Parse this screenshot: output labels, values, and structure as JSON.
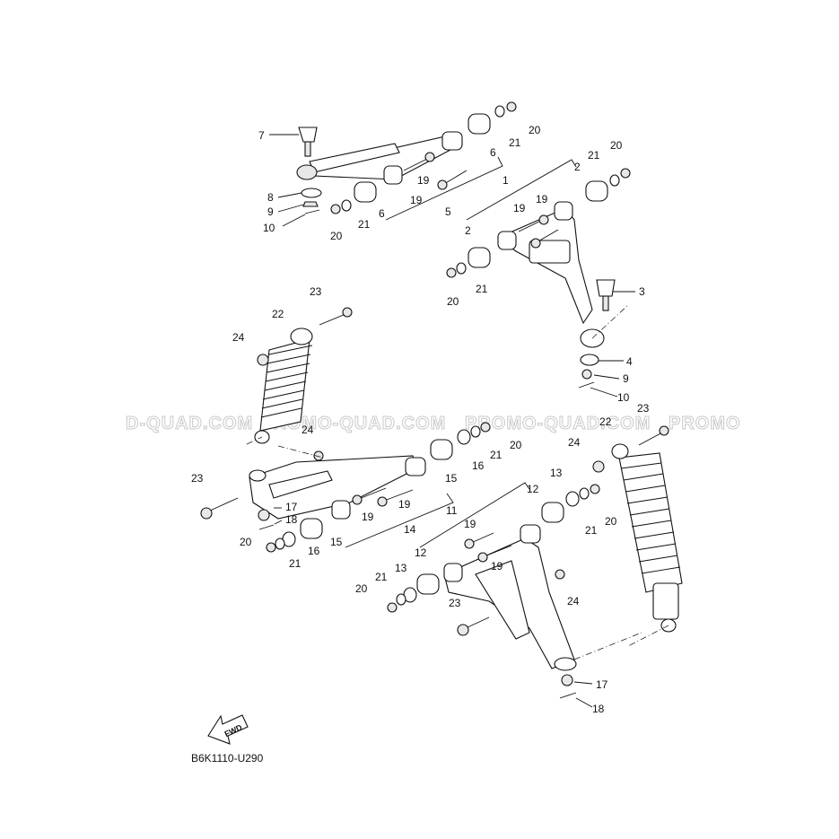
{
  "diagram": {
    "drawing_code": "B6K1110-U290",
    "forward_arrow_label": "FWD",
    "watermarks": [
      "D-QUAD.COM",
      "PROMO-QUAD.COM",
      "PROMO-QUAD.COM",
      "PROMO"
    ]
  },
  "callouts": {
    "c1": "1",
    "c2a": "2",
    "c2b": "2",
    "c3": "3",
    "c4": "4",
    "c5": "5",
    "c6a": "6",
    "c6b": "6",
    "c7": "7",
    "c8": "8",
    "c9a": "9",
    "c9b": "9",
    "c10a": "10",
    "c10b": "10",
    "c11": "11",
    "c12a": "12",
    "c12b": "12",
    "c13a": "13",
    "c13b": "13",
    "c14": "14",
    "c15a": "15",
    "c15b": "15",
    "c16a": "16",
    "c16b": "16",
    "c17a": "17",
    "c17b": "17",
    "c18a": "18",
    "c18b": "18",
    "c19a": "19",
    "c19b": "19",
    "c19c": "19",
    "c19d": "19",
    "c19e": "19",
    "c19f": "19",
    "c19g": "19",
    "c20a": "20",
    "c20b": "20",
    "c20c": "20",
    "c20d": "20",
    "c20e": "20",
    "c20f": "20",
    "c20g": "20",
    "c20h": "20",
    "c21a": "21",
    "c21b": "21",
    "c21c": "21",
    "c21d": "21",
    "c21e": "21",
    "c21f": "21",
    "c21g": "21",
    "c21h": "21",
    "c22a": "22",
    "c22b": "22",
    "c23a": "23",
    "c23b": "23",
    "c23c": "23",
    "c23d": "23",
    "c24a": "24",
    "c24b": "24",
    "c24c": "24",
    "c24d": "24"
  }
}
